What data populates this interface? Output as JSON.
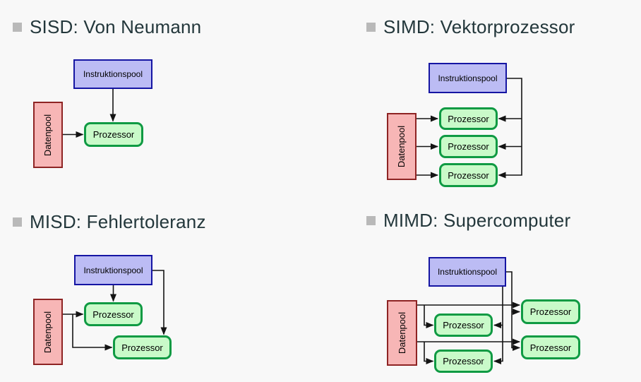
{
  "colors": {
    "background": "#f8f8f8",
    "heading_text": "#23373b",
    "bullet": "#b9b9b9",
    "arrow": "#141414",
    "instruction_fill": "#bcbcf4",
    "instruction_border": "#1515a3",
    "data_fill": "#f7b6b6",
    "data_border": "#8e2424",
    "processor_fill": "#c9fac9",
    "processor_border": "#0f9a43",
    "node_text": "#000000"
  },
  "panels": [
    {
      "id": "sisd",
      "title": "SISD: Von Neumann",
      "nodes": {
        "instruction_pool": "Instruktionspool",
        "data_pool": "Datenpool",
        "processors": [
          "Prozessor"
        ]
      }
    },
    {
      "id": "simd",
      "title": "SIMD: Vektorprozessor",
      "nodes": {
        "instruction_pool": "Instruktionspool",
        "data_pool": "Datenpool",
        "processors": [
          "Prozessor",
          "Prozessor",
          "Prozessor"
        ]
      }
    },
    {
      "id": "misd",
      "title": "MISD: Fehlertoleranz",
      "nodes": {
        "instruction_pool": "Instruktionspool",
        "data_pool": "Datenpool",
        "processors": [
          "Prozessor",
          "Prozessor"
        ]
      }
    },
    {
      "id": "mimd",
      "title": "MIMD: Supercomputer",
      "nodes": {
        "instruction_pool": "Instruktionspool",
        "data_pool": "Datenpool",
        "processors": [
          "Prozessor",
          "Prozessor",
          "Prozessor",
          "Prozessor"
        ]
      }
    }
  ]
}
